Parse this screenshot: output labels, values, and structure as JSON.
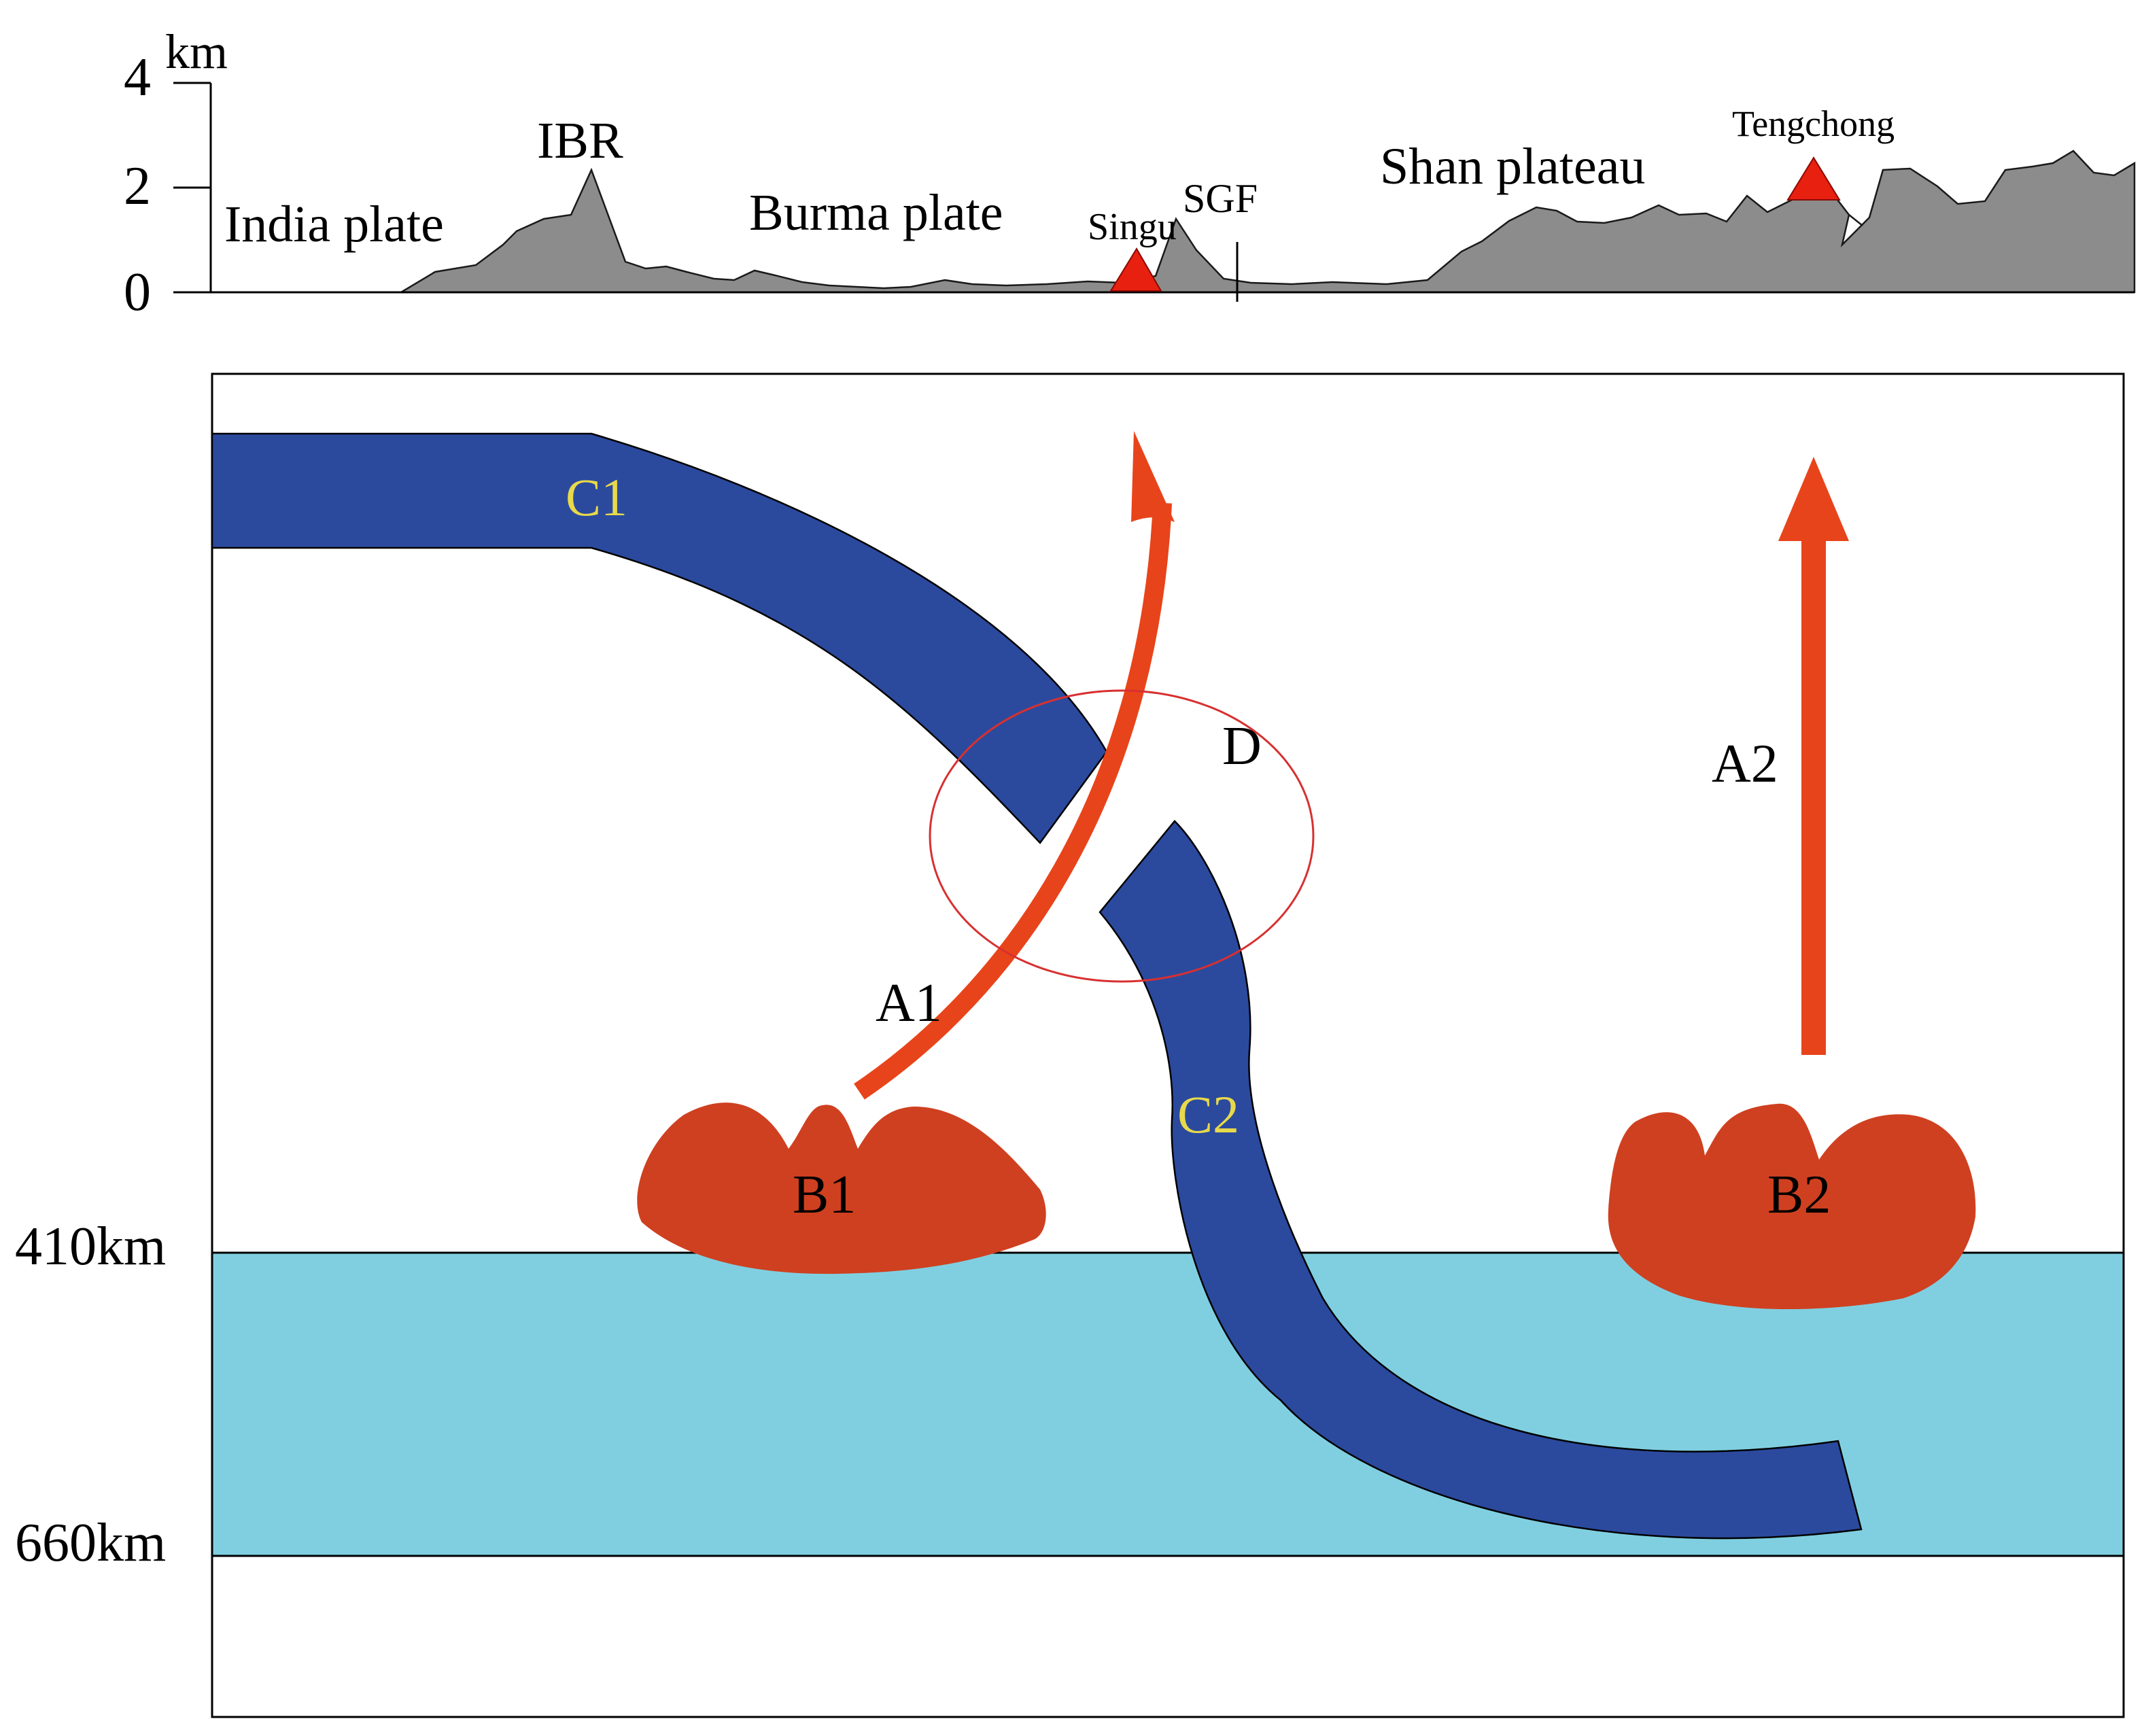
{
  "topography": {
    "unit": "km",
    "ticks": [
      "4",
      "2",
      "0"
    ],
    "regions": {
      "india_plate": "India plate",
      "ibr": "IBR",
      "burma_plate": "Burma plate",
      "sgf": "SGF",
      "shan_plateau": "Shan plateau"
    },
    "volcanoes": {
      "singu": "Singu",
      "tengchong": "Tengchong"
    }
  },
  "cross_section": {
    "depth_labels": {
      "d410": "410km",
      "d660": "660km"
    },
    "slabs": {
      "c1": "C1",
      "c2": "C2"
    },
    "upwellings": {
      "a1": "A1",
      "a2": "A2"
    },
    "sources": {
      "b1": "B1",
      "b2": "B2"
    },
    "gap": "D"
  },
  "colors": {
    "slab": "#2b4a9e",
    "transition_zone": "#80cfe0",
    "upwelling_arrow": "#e8441b",
    "melt_source": "#cf4020",
    "volcano": "#e82010",
    "gap_circle": "#d83030",
    "topography": "#8c8c8c",
    "slab_label": "#e8d94a"
  }
}
